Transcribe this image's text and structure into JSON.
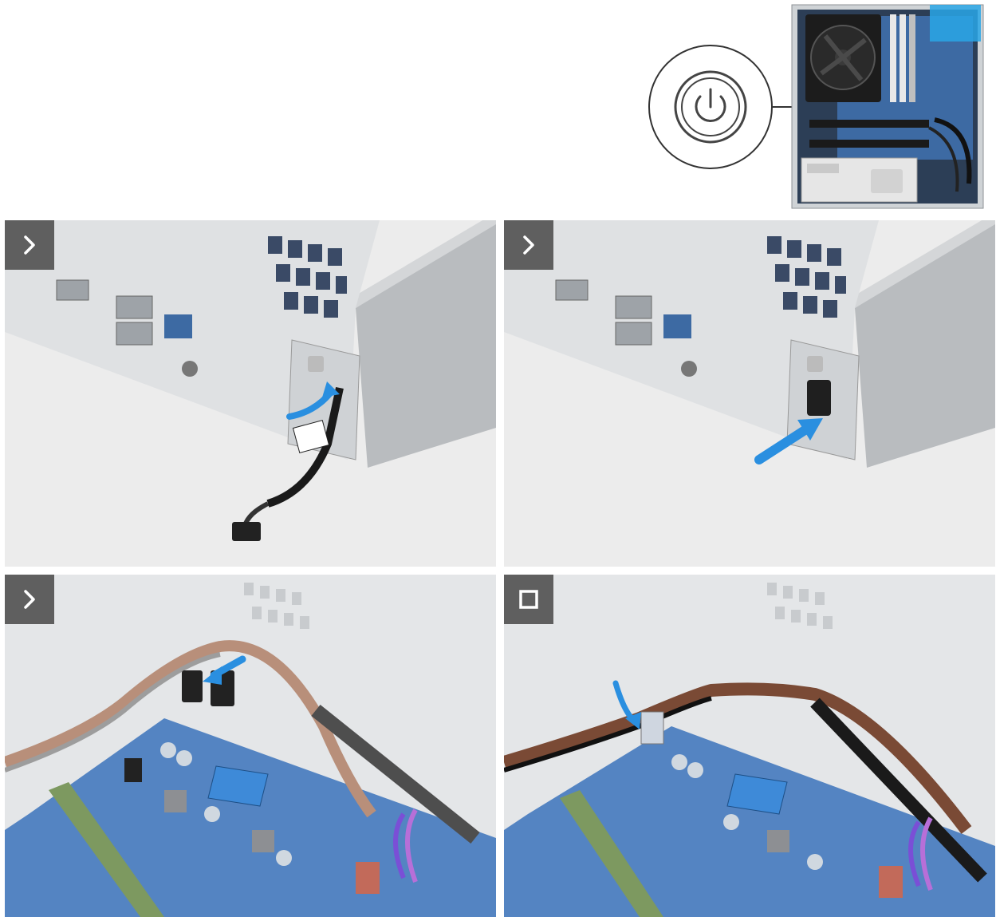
{
  "document": {
    "type": "service-manual-illustration",
    "overview": {
      "callout_icon": "power-button-icon",
      "highlight_color": "#29a6e6"
    },
    "steps": [
      {
        "index": 1,
        "badge_icon": "chevron-right-icon",
        "action_icon": "curved-arrow-icon",
        "scene": "route-power-button-cable-through-chassis-slot"
      },
      {
        "index": 2,
        "badge_icon": "chevron-right-icon",
        "action_icon": "push-arrow-icon",
        "scene": "press-power-button-into-slot"
      },
      {
        "index": 3,
        "badge_icon": "chevron-right-icon",
        "action_icon": "connect-arrow-icon",
        "scene": "connect-power-button-cable"
      },
      {
        "index": 4,
        "badge_icon": "stop-square-icon",
        "action_icon": "curved-arrow-icon",
        "scene": "route-cable-through-routing-guide"
      }
    ],
    "colors": {
      "arrow": "#2a8fe0",
      "badge": "#5f5f5f",
      "board": "#3a6fb0",
      "chassis": "#d9dcdf"
    }
  }
}
